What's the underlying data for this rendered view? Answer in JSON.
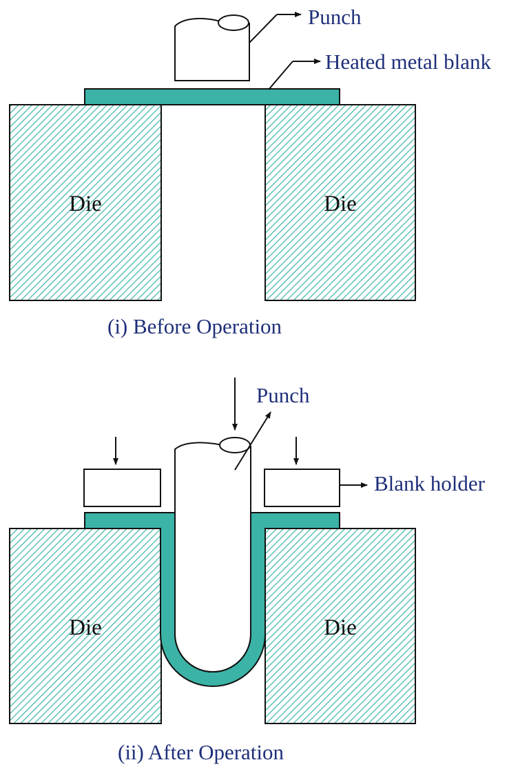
{
  "colors": {
    "label": "#1f2f7a",
    "outline": "#111111",
    "blank_fill": "#3bb3a6",
    "hatch": "#3bb3a6"
  },
  "before": {
    "caption": "(i) Before Operation",
    "punch_label": "Punch",
    "blank_label": "Heated metal blank",
    "die_left_label": "Die",
    "die_right_label": "Die"
  },
  "after": {
    "caption": "(ii) After Operation",
    "punch_label": "Punch",
    "holder_label": "Blank holder",
    "die_left_label": "Die",
    "die_right_label": "Die"
  }
}
